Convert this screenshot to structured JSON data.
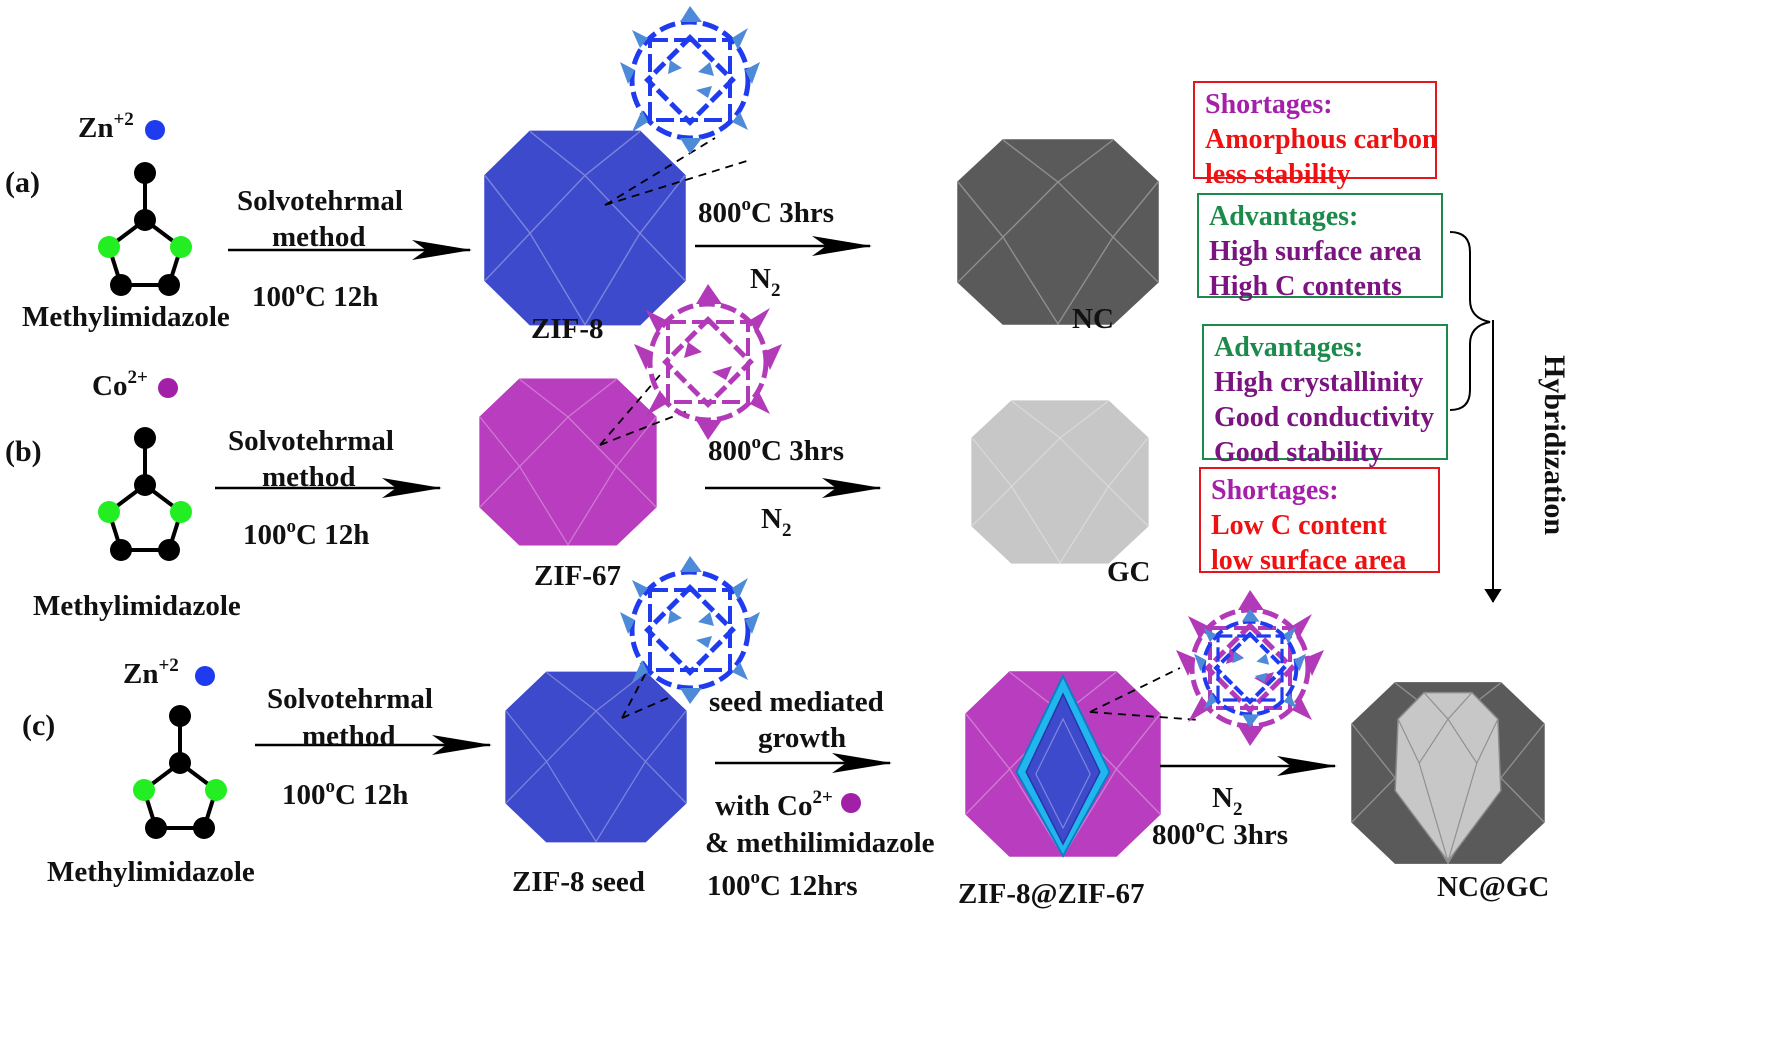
{
  "colors": {
    "zn_ion": "#1f3bf0",
    "co_ion": "#a21fa8",
    "nitrogen": "#22ee22",
    "carbon": "#000000",
    "zif8": "#3d4acb",
    "zif67": "#b83dbf",
    "nc": "#5a5a5a",
    "gc": "#c7c7c7",
    "shell_cyan": "#22b6ee"
  },
  "rows": {
    "a": {
      "label": "(a)",
      "ion": "Zn",
      "ion_charge": "+2",
      "ligand": "Methylimidazole",
      "method_line1": "Solvotehrmal",
      "method_line2": "method",
      "temp": "100",
      "temp_unit": "o",
      "temp_suffix": "C 12h",
      "product": "ZIF-8",
      "calc_temp": "800",
      "calc_unit": "o",
      "calc_suffix": "C 3hrs",
      "gas": "N",
      "gas_sub": "2",
      "carbon_product": "NC"
    },
    "b": {
      "label": "(b)",
      "ion": "Co",
      "ion_charge": "2+",
      "ligand": "Methylimidazole",
      "method_line1": "Solvotehrmal",
      "method_line2": "method",
      "temp": "100",
      "temp_unit": "o",
      "temp_suffix": "C 12h",
      "product": "ZIF-67",
      "calc_temp": "800",
      "calc_unit": "o",
      "calc_suffix": "C 3hrs",
      "gas": "N",
      "gas_sub": "2",
      "carbon_product": "GC"
    },
    "c": {
      "label": "(c)",
      "ion": "Zn",
      "ion_charge": "+2",
      "ligand": "Methylimidazole",
      "method_line1": "Solvotehrmal",
      "method_line2": "method",
      "temp": "100",
      "temp_unit": "o",
      "temp_suffix": "C 12h",
      "product": "ZIF-8 seed",
      "growth_line1": "seed mediated",
      "growth_line2": "growth",
      "with_prefix": "with Co",
      "with_charge": "2+",
      "with_line2": "& methilimidazole",
      "growth_temp": "100",
      "growth_unit": "o",
      "growth_suffix": "C 12hrs",
      "core_shell": "ZIF-8@ZIF-67",
      "gas": "N",
      "gas_sub": "2",
      "calc_temp": "800",
      "calc_unit": "o",
      "calc_suffix": "C 3hrs",
      "final_product": "NC@GC"
    }
  },
  "boxes": {
    "nc_shortages": {
      "title": "Shortages:",
      "lines": [
        "Amorphous carbon",
        "less  stability"
      ]
    },
    "nc_advantages": {
      "title": "Advantages:",
      "lines": [
        "High surface area",
        "High C contents"
      ]
    },
    "gc_advantages": {
      "title": "Advantages:",
      "lines": [
        "High crystallinity",
        "Good conductivity",
        "Good stability"
      ]
    },
    "gc_shortages": {
      "title": "Shortages:",
      "lines": [
        "Low C content",
        " low surface area"
      ]
    }
  },
  "hybridization": "Hybridization"
}
